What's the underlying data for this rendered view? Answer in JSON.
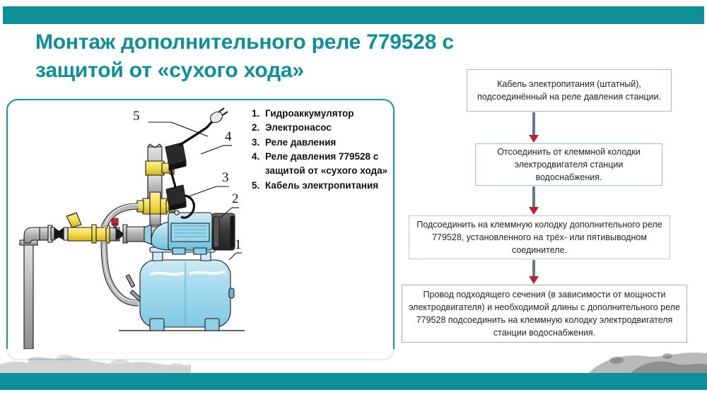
{
  "theme": {
    "accent": "#0E9098",
    "panel_border": "#119AA0",
    "text": "#232323",
    "arrow_shaft": "#5E7B99",
    "arrow_head": "#C0202A",
    "box1_border": "#D9A8B4",
    "box2_border": "#9CC4BC",
    "box3_border": "#B8CEDA",
    "box4_border": "#A8A8A8"
  },
  "slide": {
    "title": "Монтаж дополнительного реле 779528 с защитой от «сухого хода»"
  },
  "legend": {
    "items": [
      {
        "num": "1.",
        "label": "Гидроаккумулятор"
      },
      {
        "num": "2.",
        "label": "Электронасос"
      },
      {
        "num": "3.",
        "label": "Реле давления"
      },
      {
        "num": "4.",
        "label": "Реле давления 779528 с защитой от «сухого хода»"
      },
      {
        "num": "5.",
        "label": "Кабель электропитания"
      }
    ]
  },
  "illustration": {
    "callouts": [
      "5",
      "4",
      "3",
      "2",
      "1"
    ],
    "alt": "Схема насосной станции водоснабжения: гидроаккумулятор, электронасос, реле давления, дополнительное реле 779528, кабель электропитания"
  },
  "flowchart": {
    "steps": [
      {
        "text": "Кабель электропитания (штатный), подсоединённый на реле давления станции."
      },
      {
        "text": "Отсоединить от клеммной колодки электродвигателя станции водоснабжения."
      },
      {
        "text": "Подсоединить на клеммную колодку дополнительного реле 779528, установленного на трёх- или пятивыводном соединителе."
      },
      {
        "text": "Провод подходящего сечения (в зависимости от мощности электродвигателя) и необходимой длины с дополнительного реле 779528 подсоединить на клеммную колодку электродвигателя станции водоснабжения."
      }
    ]
  }
}
